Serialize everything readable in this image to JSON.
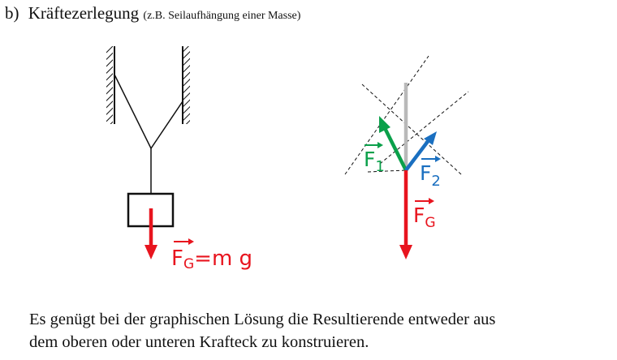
{
  "heading": {
    "label": "b)",
    "title": "Kräftezerlegung",
    "note": "(z.B. Seilaufhängung einer Masse)"
  },
  "left_diagram": {
    "force_letter": "F",
    "force_subscript": "G",
    "force_suffix": "=m g"
  },
  "right_diagram": {
    "f1": {
      "letter": "F",
      "subscript": "1"
    },
    "f2": {
      "letter": "F",
      "subscript": "2"
    },
    "fg": {
      "letter": "F",
      "subscript": "G"
    }
  },
  "colors": {
    "red": "#e8141e",
    "green": "#0aa04a",
    "blue": "#1a6fc0",
    "gray": "#b9b9b9",
    "black": "#111111"
  },
  "paragraph": {
    "line1": "Es genügt bei der graphischen Lösung die Resultierende entweder aus",
    "line2": "dem oberen oder unteren Krafteck zu konstruieren."
  }
}
